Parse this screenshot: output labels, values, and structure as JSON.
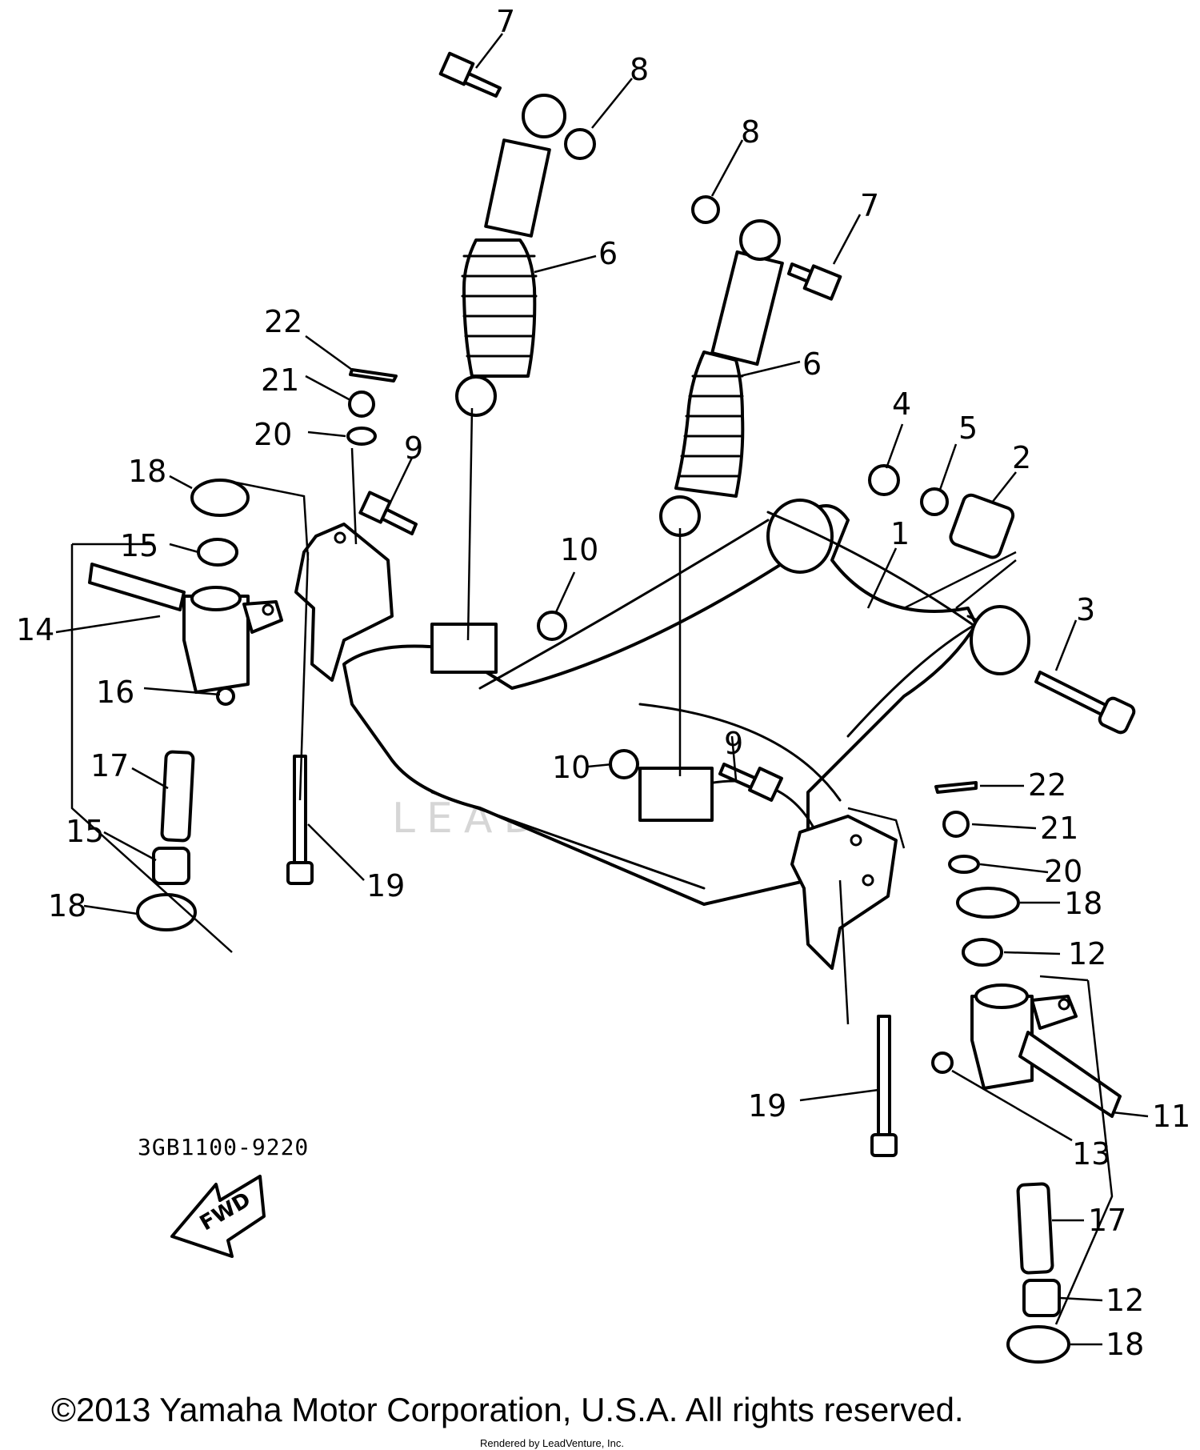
{
  "diagram": {
    "part_code": "3GB1100-9220",
    "fwd_label": "FWD",
    "watermark": "LEADVENTURE",
    "copyright": "©2013 Yamaha Motor Corporation, U.S.A. All rights reserved.",
    "rendered_by": "Rendered by LeadVenture, Inc.",
    "callouts": [
      {
        "id": "c7a",
        "label": "7"
      },
      {
        "id": "c8a",
        "label": "8"
      },
      {
        "id": "c8b",
        "label": "8"
      },
      {
        "id": "c7b",
        "label": "7"
      },
      {
        "id": "c6a",
        "label": "6"
      },
      {
        "id": "c6b",
        "label": "6"
      },
      {
        "id": "c22a",
        "label": "22"
      },
      {
        "id": "c21a",
        "label": "21"
      },
      {
        "id": "c20a",
        "label": "20"
      },
      {
        "id": "c9a",
        "label": "9"
      },
      {
        "id": "c18a",
        "label": "18"
      },
      {
        "id": "c15a",
        "label": "15"
      },
      {
        "id": "c14",
        "label": "14"
      },
      {
        "id": "c16",
        "label": "16"
      },
      {
        "id": "c17a",
        "label": "17"
      },
      {
        "id": "c15b",
        "label": "15"
      },
      {
        "id": "c18b",
        "label": "18"
      },
      {
        "id": "c19a",
        "label": "19"
      },
      {
        "id": "c10a",
        "label": "10"
      },
      {
        "id": "c10b",
        "label": "10"
      },
      {
        "id": "c9b",
        "label": "9"
      },
      {
        "id": "c4",
        "label": "4"
      },
      {
        "id": "c5",
        "label": "5"
      },
      {
        "id": "c2",
        "label": "2"
      },
      {
        "id": "c1",
        "label": "1"
      },
      {
        "id": "c3",
        "label": "3"
      },
      {
        "id": "c22b",
        "label": "22"
      },
      {
        "id": "c21b",
        "label": "21"
      },
      {
        "id": "c20b",
        "label": "20"
      },
      {
        "id": "c18c",
        "label": "18"
      },
      {
        "id": "c12a",
        "label": "12"
      },
      {
        "id": "c11",
        "label": "11"
      },
      {
        "id": "c19b",
        "label": "19"
      },
      {
        "id": "c13",
        "label": "13"
      },
      {
        "id": "c17b",
        "label": "17"
      },
      {
        "id": "c12b",
        "label": "12"
      },
      {
        "id": "c18d",
        "label": "18"
      }
    ]
  }
}
